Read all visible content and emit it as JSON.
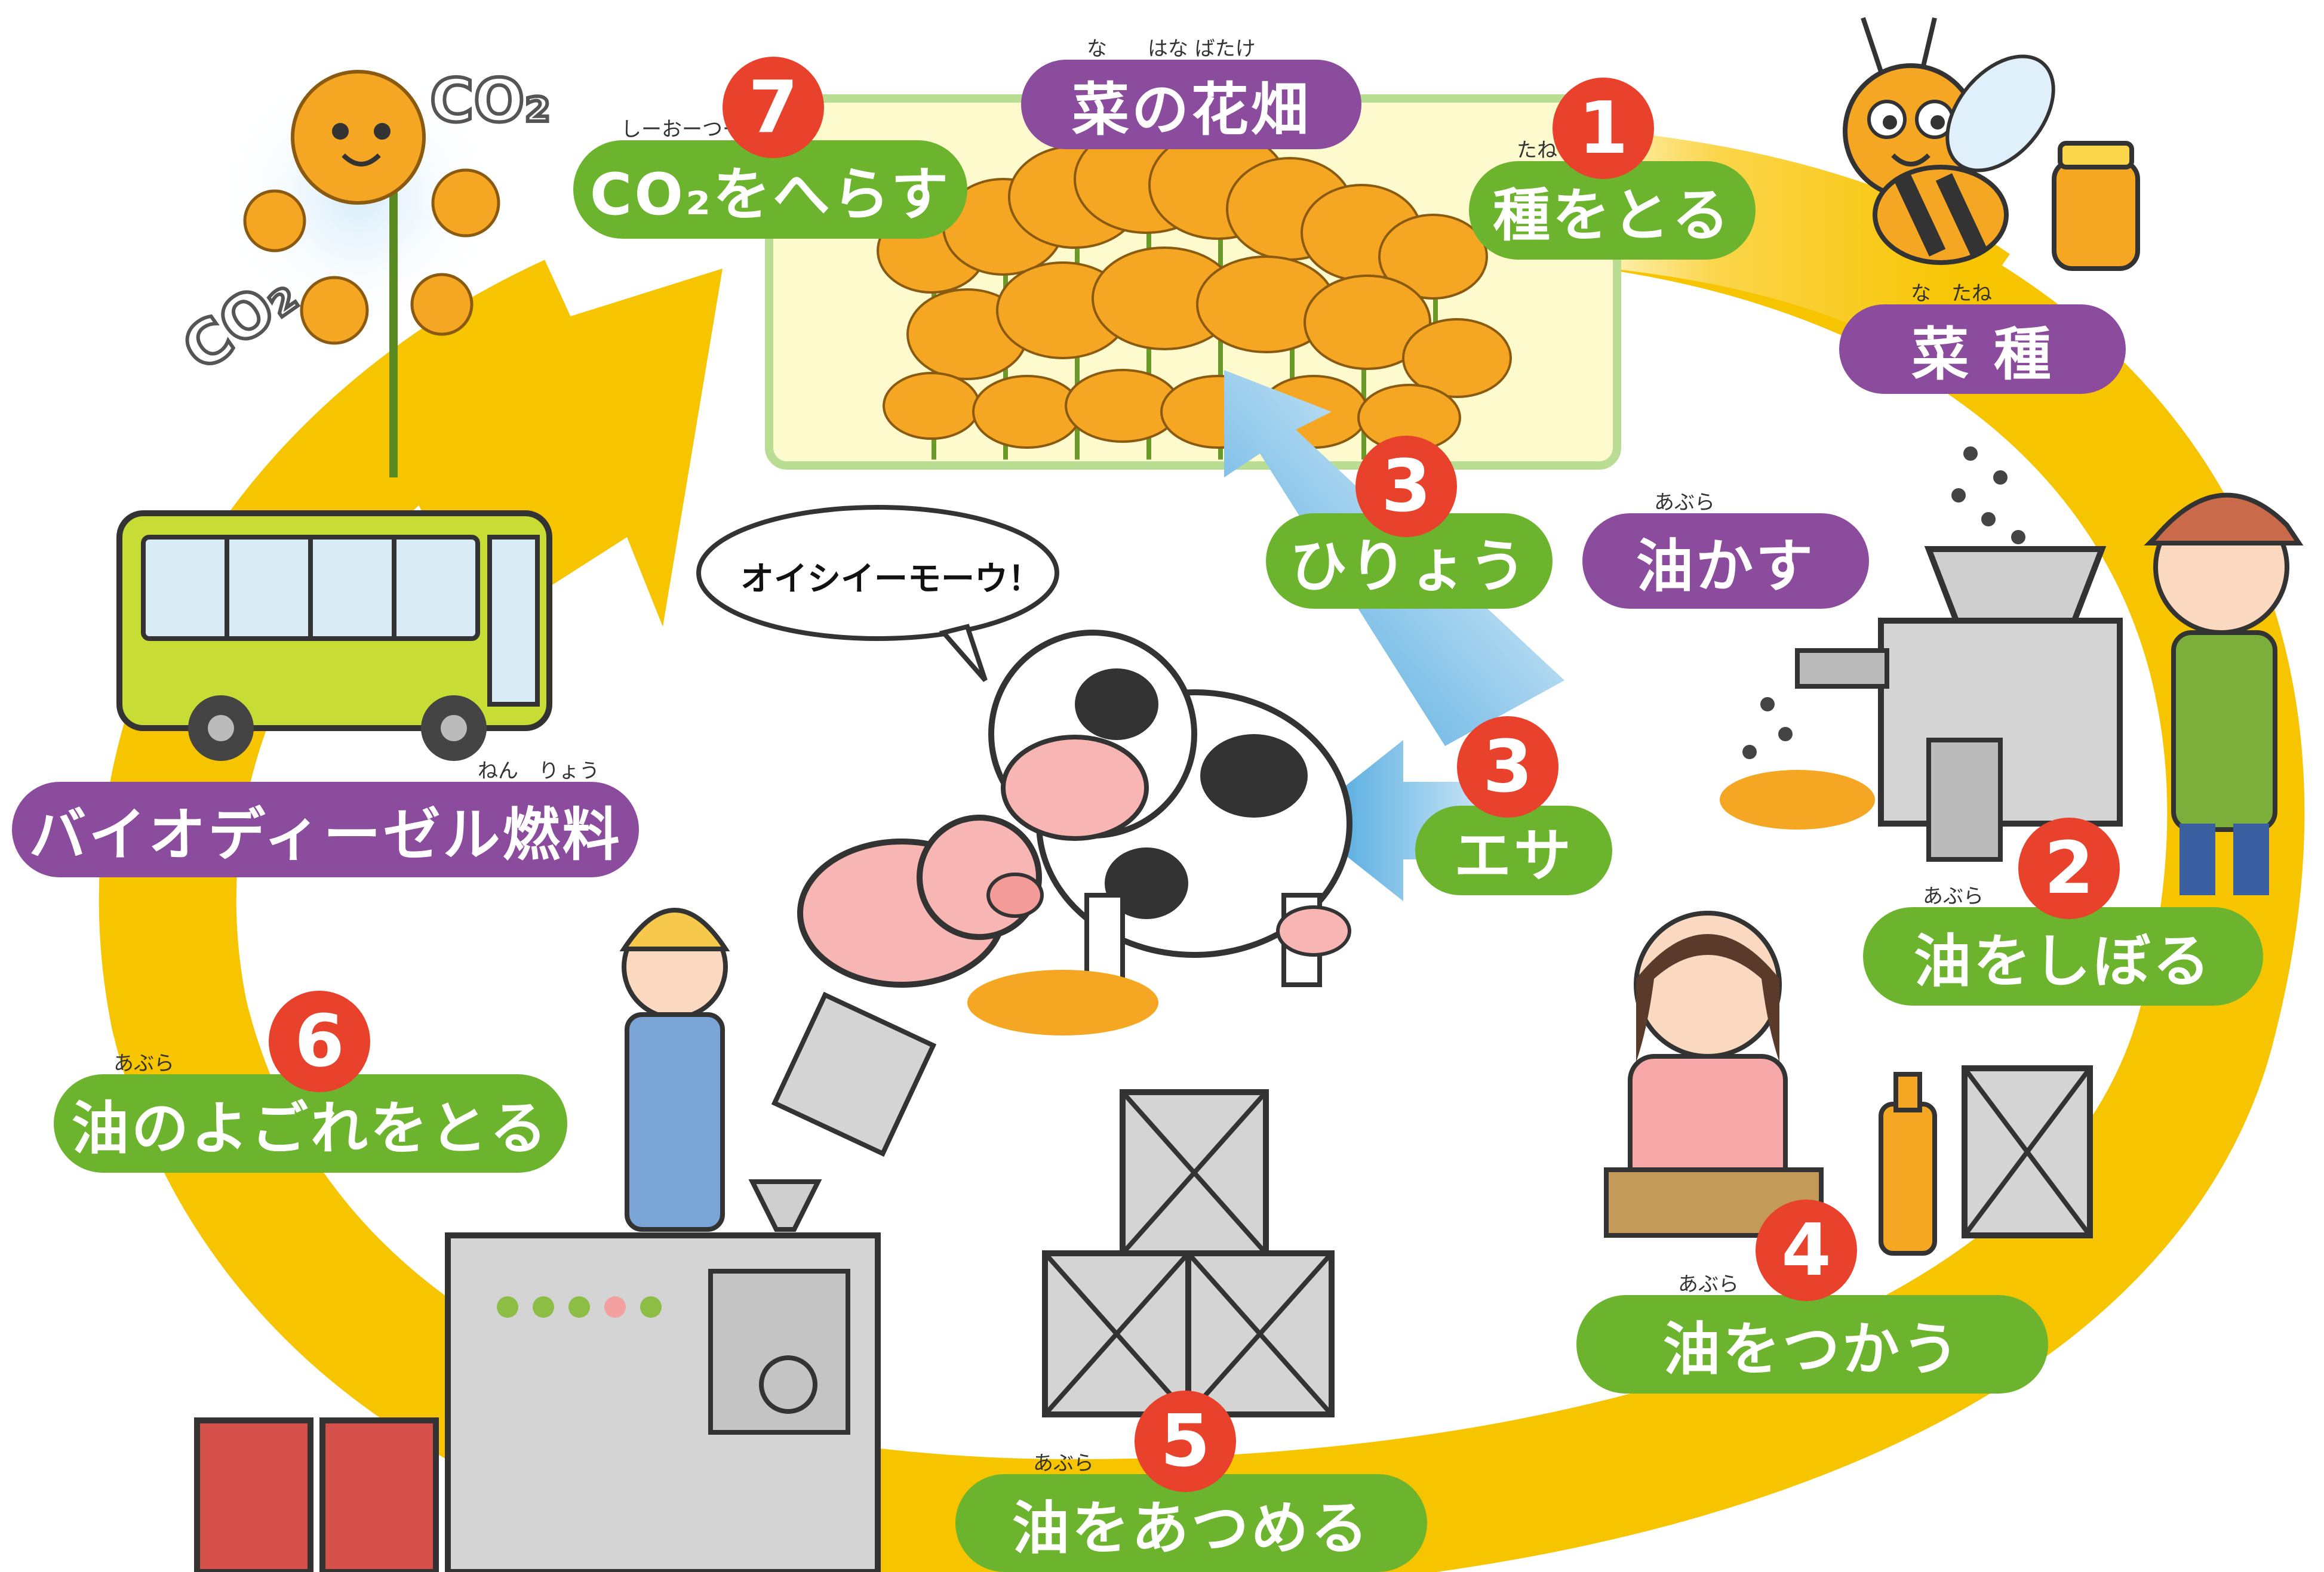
{
  "steps": {
    "s1": {
      "num": "1",
      "label": "種をとる",
      "ruby": "たね"
    },
    "s2": {
      "num": "2",
      "label": "油をしぼる",
      "ruby": "あぶら"
    },
    "s3a": {
      "num": "3",
      "label": "ひりょう"
    },
    "s3b": {
      "num": "3",
      "label": "エサ"
    },
    "s4": {
      "num": "4",
      "label": "油をつかう",
      "ruby": "あぶら"
    },
    "s5": {
      "num": "5",
      "label": "油をあつめる",
      "ruby": "あぶら"
    },
    "s6": {
      "num": "6",
      "label": "油のよごれをとる",
      "ruby": "あぶら"
    },
    "s7": {
      "num": "7",
      "label": "CO₂をへらす",
      "ruby": "しーおーつー"
    }
  },
  "labels": {
    "field": {
      "label": "菜の花畑",
      "ruby": "な　　はな ばたけ"
    },
    "seed": {
      "label": "菜 種",
      "ruby": "な　たね"
    },
    "cake": {
      "label": "油かす",
      "ruby": "あぶら"
    },
    "fuel": {
      "label": "バイオディーゼル燃料",
      "ruby": "ねん　りょう"
    }
  },
  "speech": "オイシイーモーウ！",
  "co2": {
    "a": "CO₂",
    "b": "CO₂"
  },
  "colors": {
    "green": "#6cb42d",
    "purple": "#8b4c9e",
    "red": "#e8412c",
    "arrow": "#f7c400",
    "blue": "#3ea0dc"
  }
}
